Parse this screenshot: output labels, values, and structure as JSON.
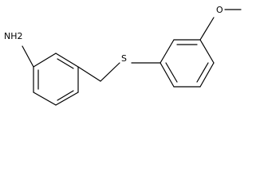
{
  "structure": {
    "atoms": {
      "amine": "NH2",
      "sulfur": "S",
      "oxygen": "O"
    }
  }
}
